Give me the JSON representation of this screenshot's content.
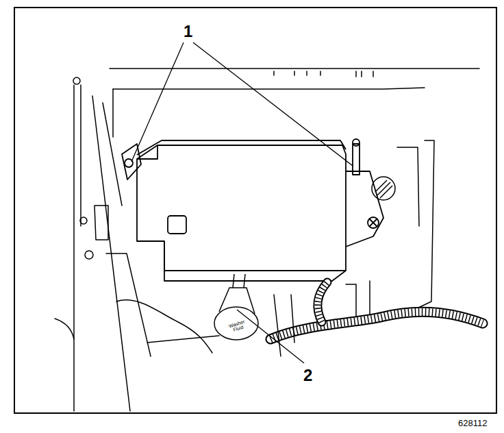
{
  "diagram": {
    "labels": [
      "1",
      "2",
      "Washer Fluid",
      "628112"
    ]
  }
}
